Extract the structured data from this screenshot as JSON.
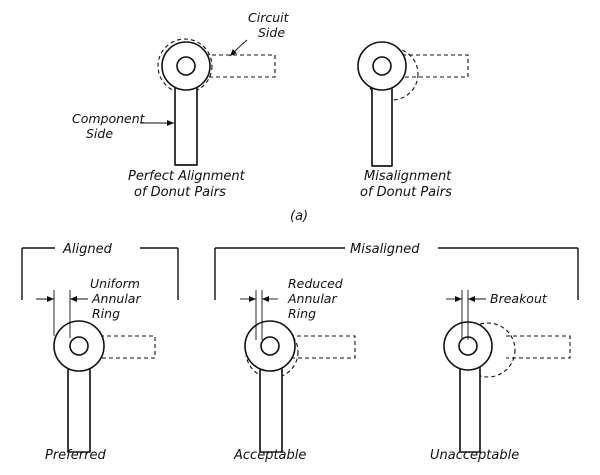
{
  "figure": {
    "part_a": {
      "left": {
        "callout_circuit_line1": "Circuit",
        "callout_circuit_line2": "Side",
        "callout_component_line1": "Component",
        "callout_component_line2": "Side",
        "caption_line1": "Perfect Alignment",
        "caption_line2": "of Donut Pairs"
      },
      "right": {
        "caption_line1": "Misalignment",
        "caption_line2": "of Donut Pairs"
      },
      "label": "(a)"
    },
    "part_b": {
      "header_aligned": "Aligned",
      "header_misaligned": "Misaligned",
      "preferred": {
        "annot_line1": "Uniform",
        "annot_line2": "Annular",
        "annot_line3": "Ring",
        "caption": "Preferred"
      },
      "acceptable": {
        "annot_line1": "Reduced",
        "annot_line2": "Annular",
        "annot_line3": "Ring",
        "caption": "Acceptable"
      },
      "unacceptable": {
        "annot": "Breakout",
        "caption": "Unacceptable"
      }
    }
  }
}
